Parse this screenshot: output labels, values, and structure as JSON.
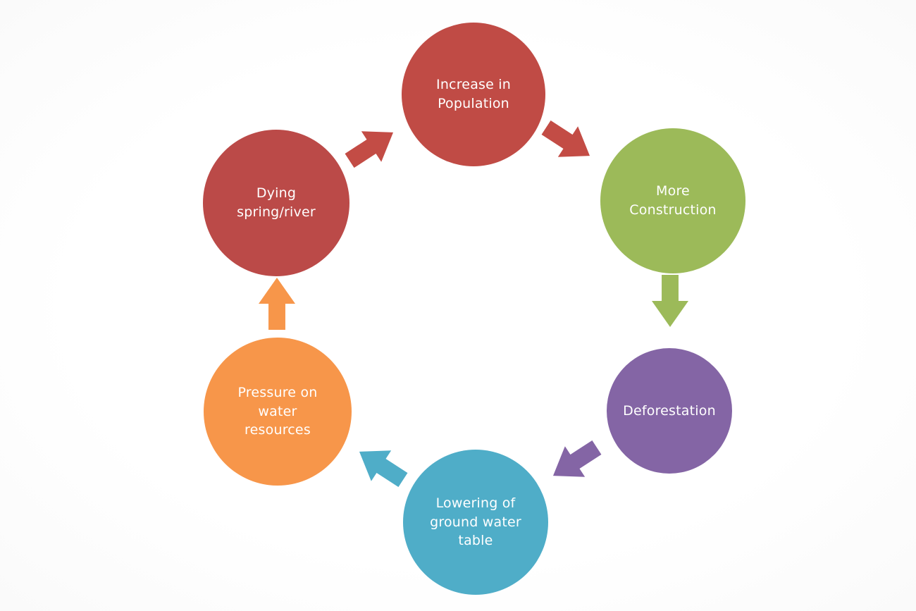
{
  "diagram": {
    "type": "cycle",
    "nodes": [
      {
        "id": "increase-in-population",
        "label": "Increase in\nPopulation",
        "color": "#c04b45"
      },
      {
        "id": "more-construction",
        "label": "More\nConstruction",
        "color": "#9cba59"
      },
      {
        "id": "deforestation",
        "label": "Deforestation",
        "color": "#8465a5"
      },
      {
        "id": "lowering-of-ground-water-table",
        "label": "Lowering of\nground water\ntable",
        "color": "#4fadc8"
      },
      {
        "id": "pressure-on-water-resources",
        "label": "Pressure on\nwater\nresources",
        "color": "#f7964a"
      },
      {
        "id": "dying-spring-river",
        "label": "Dying\nspring/river",
        "color": "#bb4a48"
      }
    ],
    "arrows": [
      {
        "from": "dying-spring-river",
        "to": "increase-in-population",
        "color": "#c34c45"
      },
      {
        "from": "increase-in-population",
        "to": "more-construction",
        "color": "#c34c45"
      },
      {
        "from": "more-construction",
        "to": "deforestation",
        "color": "#9cba59"
      },
      {
        "from": "deforestation",
        "to": "lowering-of-ground-water-table",
        "color": "#8465a5"
      },
      {
        "from": "lowering-of-ground-water-table",
        "to": "pressure-on-water-resources",
        "color": "#4fadc8"
      },
      {
        "from": "pressure-on-water-resources",
        "to": "dying-spring-river",
        "color": "#f7964a"
      }
    ],
    "text_color": "#ffffff"
  }
}
